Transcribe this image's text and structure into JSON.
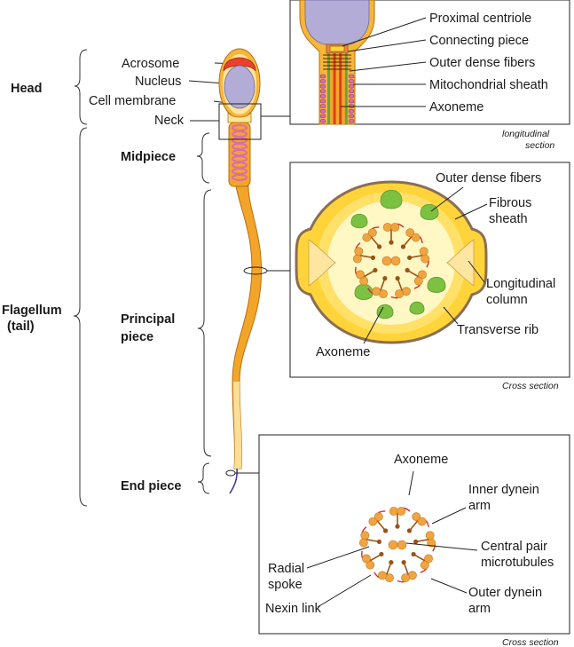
{
  "title": "",
  "sperm_regions": {
    "head": "Head",
    "flagellum": "Flagellum (tail)",
    "midpiece": "Midpiece",
    "principal_piece": "Principal piece",
    "end_piece": "End piece"
  },
  "head_labels": {
    "acrosome": "Acrosome",
    "nucleus": "Nucleus",
    "cell_membrane": "Cell membrane",
    "neck": "Neck"
  },
  "longitudinal_section": {
    "caption": "longitudinal section",
    "labels": {
      "proximal_centriole": "Proximal centriole",
      "connecting_piece": "Connecting piece",
      "outer_dense_fibers": "Outer dense fibers",
      "mitochondrial_sheath": "Mitochondrial sheath",
      "axoneme": "Axoneme"
    }
  },
  "principal_cross_section": {
    "caption": "Cross section",
    "labels": {
      "outer_dense_fibers": "Outer dense fibers",
      "fibrous_sheath": "Fibrous sheath",
      "longitudinal_column": "Longitudinal column",
      "transverse_rib": "Transverse rib",
      "axoneme": "Axoneme"
    }
  },
  "end_cross_section": {
    "caption": "Cross section",
    "labels": {
      "axoneme": "Axoneme",
      "inner_dynein_arm": "Inner dynein arm",
      "central_pair": "Central pair microtubules",
      "radial_spoke": "Radial spoke",
      "nexin_link": "Nexin link",
      "outer_dynein_arm": "Outer dynein arm"
    }
  },
  "colors": {
    "tail_orange": "#f3a52a",
    "tail_light": "#fde7a8",
    "nucleus": "#b3acd6",
    "acrosome": "#e8412c",
    "mito": "#d96cb0",
    "fiber_green": "#7cc142",
    "doublet_orange": "#f0a541",
    "dynein_red": "#d62828",
    "spoke_brown": "#9a5316",
    "sheath_fill": "#ffd43a",
    "sheath_inner": "#fff7c4"
  }
}
